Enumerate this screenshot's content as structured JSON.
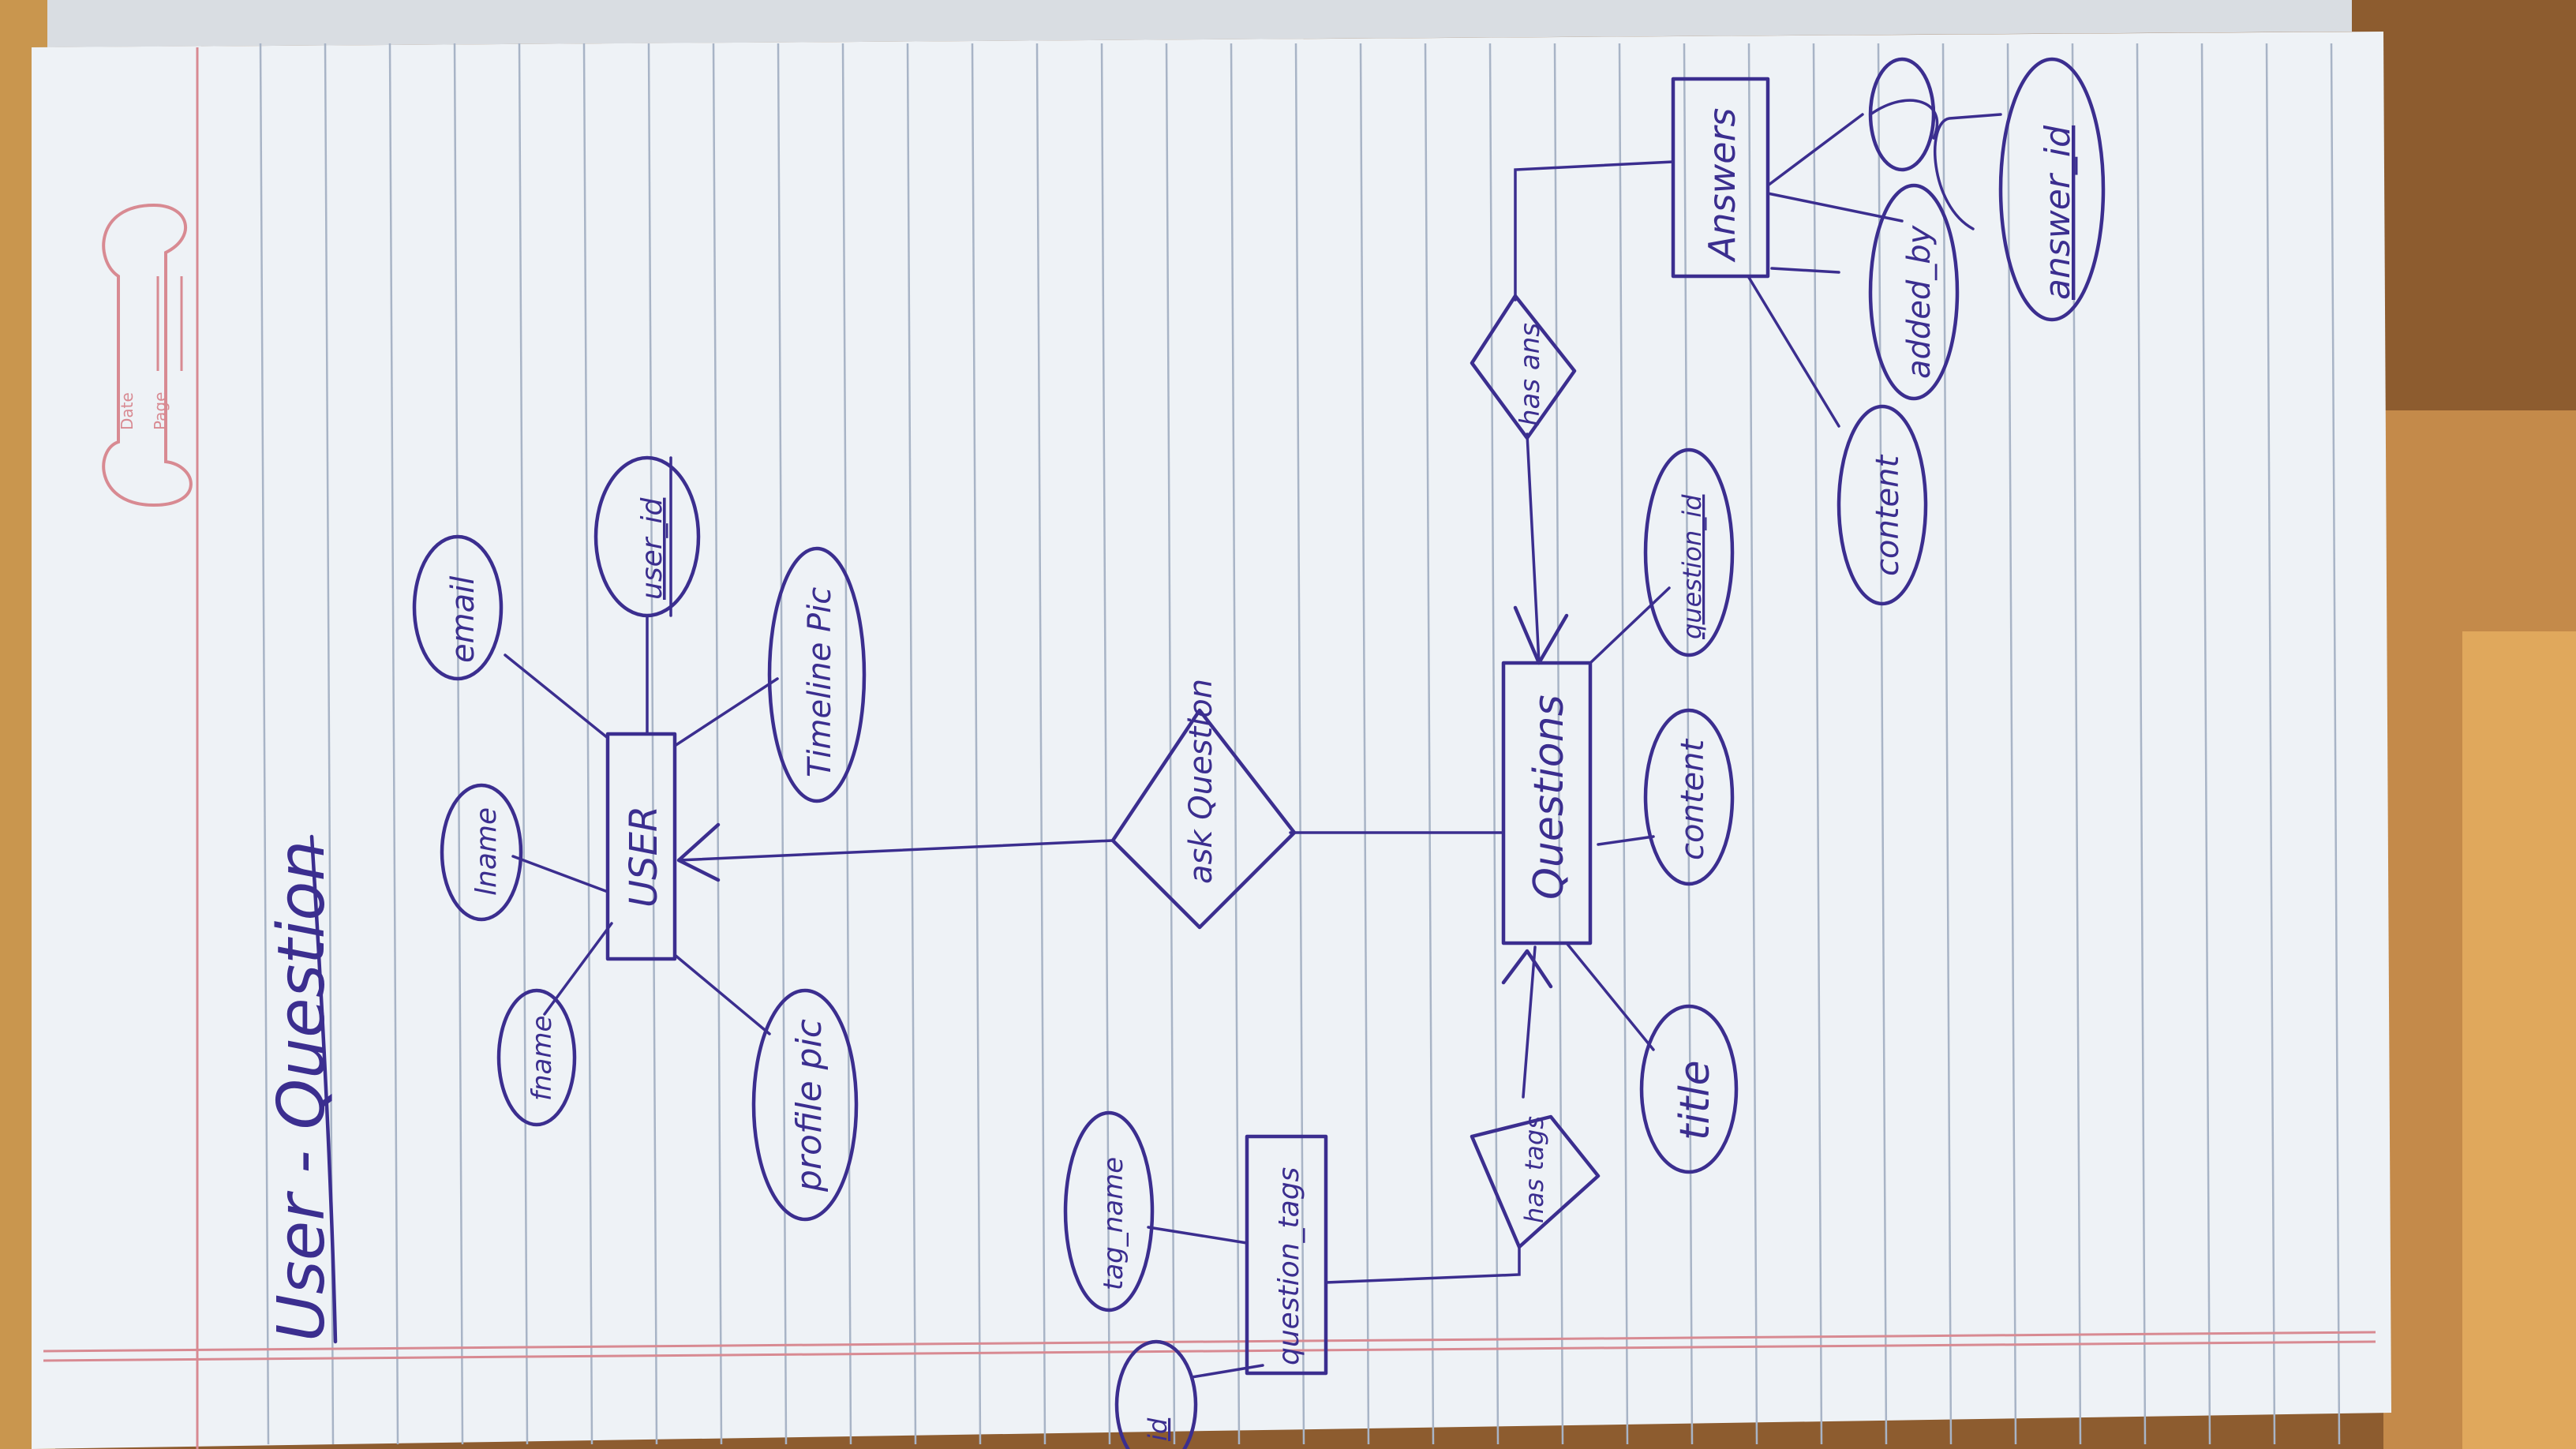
{
  "page": {
    "date_label": "Date",
    "page_label": "Page",
    "title": "User - Question"
  },
  "entities": {
    "user": "USER",
    "questions": "Questions",
    "answers": "Answers",
    "question_tags": "question_tags"
  },
  "relationships": {
    "ask_question": "ask Question",
    "has_answer": "has ans",
    "has_tags": "has tags"
  },
  "attributes": {
    "email": "email",
    "lname": "lname",
    "fname": "fname",
    "user_id": "user_id",
    "timeline_pic": "Timeline Pic",
    "profile_pic": "profile pic",
    "question_id": "question_id",
    "question_content": "content",
    "title": "title",
    "answer_id": "answer_id",
    "added_by": "added_by",
    "answer_content": "content",
    "tag_name": "tag_name",
    "id": "id"
  },
  "colors": {
    "ink": "#3b2e8f",
    "paper": "#eef2f6",
    "rule": "#a8b4c6",
    "margin": "#d88a92",
    "wood": "#8a5a2e"
  }
}
